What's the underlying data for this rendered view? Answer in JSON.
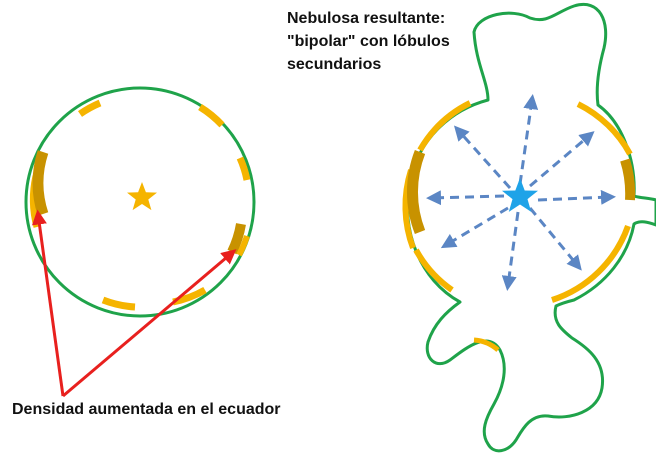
{
  "labels": {
    "nebula_title_line1": "Nebulosa resultante:",
    "nebula_title_line2": "\"bipolar\" con lóbulos",
    "nebula_title_line3": "secundarios",
    "density_caption": "Densidad aumentada en el ecuador"
  },
  "colors": {
    "shell_outline": "#1fa34a",
    "dense_arc_light": "#f5b400",
    "dense_arc_dark": "#c89200",
    "star_left": "#f5b400",
    "star_right": "#1fa3e8",
    "expansion_arrows": "#5b86c4",
    "pointer_arrows": "#e8201e"
  },
  "icons": {
    "central_star_left": "star-icon",
    "central_star_right": "star-icon"
  }
}
